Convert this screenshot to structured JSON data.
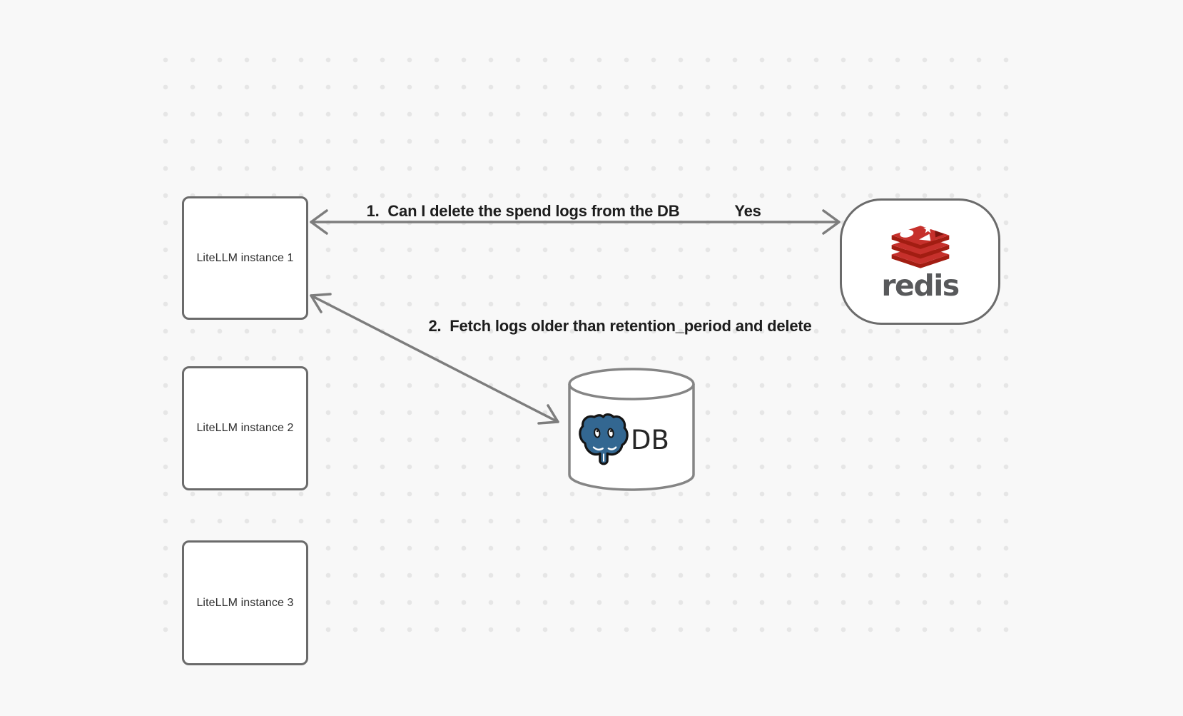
{
  "diagram": {
    "instances": [
      {
        "label": "LiteLLM instance 1"
      },
      {
        "label": "LiteLLM instance 2"
      },
      {
        "label": "LiteLLM instance 3"
      }
    ],
    "redis_node": {
      "wordmark": "redis",
      "logo": "redis-logo"
    },
    "db_node": {
      "label": "DB",
      "logo": "postgresql-elephant-logo"
    },
    "arrows": [
      {
        "step_label": "1.  Can I delete the spend logs from the DB",
        "reply_label": "Yes",
        "from": "LiteLLM instance 1",
        "to": "redis",
        "direction": "double-headed"
      },
      {
        "step_label": "2.  Fetch logs older than retention_period and delete",
        "from": "LiteLLM instance 1",
        "to": "DB",
        "direction": "double-headed"
      }
    ]
  },
  "colors": {
    "canvas_background": "#f8f8f8",
    "grid_dot": "#e6e6e6",
    "shape_border": "#6b6b6b",
    "cylinder_border": "#858585",
    "arrow_stroke": "#7d7d7d",
    "edge_label_text": "#1d1d1d",
    "node_label_text": "#2e2e2e",
    "redis_red_top": "#c6302b",
    "redis_red_side": "#a21d12",
    "redis_wordmark_gray": "#58595b",
    "postgres_blue": "#336791"
  }
}
